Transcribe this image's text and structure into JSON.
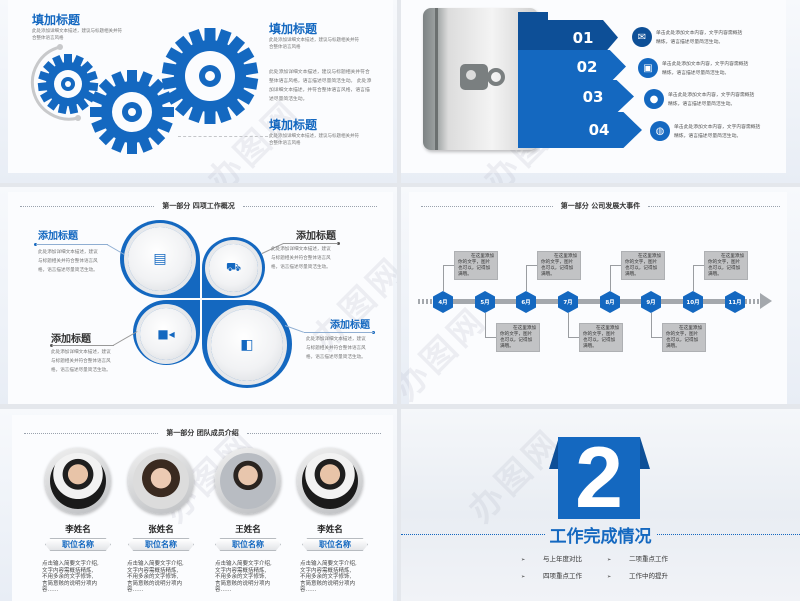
{
  "colors": {
    "accent": "#1468c0",
    "accent_dark": "#0d4f97",
    "gray_box": "#c2c3c5",
    "timeline_bar": "#a4a8ad"
  },
  "watermark": "办图网",
  "slide1": {
    "blocks": [
      {
        "title": "填加标题",
        "desc_line1": "此处添加详细文本描述，建议与标题相关并符",
        "desc_line2": "合整体语言风格"
      },
      {
        "title": "填加标题",
        "desc_line1": "此处添加详细文本描述，建议与标题相关并符",
        "desc_line2": "合整体语言风格"
      },
      {
        "title": "填加标题",
        "desc_line1": "此处添加详细文本描述，建议与标题相关并符",
        "desc_line2": "合整体语言风格"
      }
    ],
    "paragraph": [
      "此处添加详细文本描述，建议与标题相关并符合",
      "整体语言风格，语言描述尽量简洁生动。 此处添",
      "加详细文本描述，并符合整体语言风格，语言描",
      "述尽量简洁生动。"
    ]
  },
  "slide2": {
    "items": [
      {
        "num": "01",
        "icon": "handshake-icon",
        "glyph": "✉",
        "line1": "单击此处添加文本内容，文字内容需概括",
        "line2": "精炼，语言描述尽量简洁生动。"
      },
      {
        "num": "02",
        "icon": "gift-icon",
        "glyph": "🎁",
        "line1": "单击此处添加文本内容，文字内容需概括",
        "line2": "精炼，语言描述尽量简洁生动。"
      },
      {
        "num": "03",
        "icon": "team-icon",
        "glyph": "👥",
        "line1": "单击此处添加文本内容，文字内容需概括",
        "line2": "精炼，语言描述尽量简洁生动。"
      },
      {
        "num": "04",
        "icon": "globe-icon",
        "glyph": "🌐",
        "line1": "单击此处添加文本内容，文字内容需概括",
        "line2": "精炼，语言描述尽量简洁生动。"
      }
    ]
  },
  "slide3": {
    "header": "第一部分  四项工作概况",
    "items": [
      {
        "title": "添加标题",
        "lines": [
          "此处添加详细文本描述，建议",
          "与标题相关并符合整体语言风",
          "格，语言描述尽量简洁生动。"
        ]
      },
      {
        "title": "添加标题",
        "lines": [
          "此处添加详细文本描述，建议",
          "与标题相关并符合整体语言风",
          "格，语言描述尽量简洁生动。"
        ]
      },
      {
        "title": "添加标题",
        "lines": [
          "此处添加详细文本描述，建议",
          "与标题相关并符合整体语言风",
          "格，语言描述尽量简洁生动。"
        ]
      },
      {
        "title": "添加标题",
        "lines": [
          "此处添加详细文本描述，建议",
          "与标题相关并符合整体语言风",
          "格，语言描述尽量简洁生动。"
        ]
      }
    ]
  },
  "slide4": {
    "header": "第一部分  公司发展大事件",
    "months": [
      "4月",
      "5月",
      "6月",
      "7月",
      "8月",
      "9月",
      "10月",
      "11月"
    ],
    "box": {
      "l1": "在这里添加",
      "l2": "你的文字，图片",
      "l3": "也可以，记得加",
      "l4": "满哦。"
    }
  },
  "slide5": {
    "header": "第一部分  团队成员介绍",
    "members": [
      {
        "name": "李姓名",
        "role": "职位名称",
        "desc": [
          "点击输入简要文字介绍,",
          "文字内容需概括精炼,",
          "不用多余的文字修饰,",
          "言简意赅的说明分项内",
          "容……"
        ]
      },
      {
        "name": "张姓名",
        "role": "职位名称",
        "desc": [
          "点击输入简要文字介绍,",
          "文字内容需概括精炼,",
          "不用多余的文字修饰,",
          "言简意赅的说明分项内",
          "容……"
        ]
      },
      {
        "name": "王姓名",
        "role": "职位名称",
        "desc": [
          "点击输入简要文字介绍,",
          "文字内容需概括精炼,",
          "不用多余的文字修饰,",
          "言简意赅的说明分项内",
          "容……"
        ]
      },
      {
        "name": "李姓名",
        "role": "职位名称",
        "desc": [
          "点击输入简要文字介绍,",
          "文字内容需概括精炼,",
          "不用多余的文字修饰,",
          "言简意赅的说明分项内",
          "容……"
        ]
      }
    ]
  },
  "slide6": {
    "number": "2",
    "title": "工作完成情况",
    "bullets": [
      "与上年度对比",
      "二项重点工作",
      "四项重点工作",
      "工作中的提升"
    ],
    "arrow": "➢"
  }
}
